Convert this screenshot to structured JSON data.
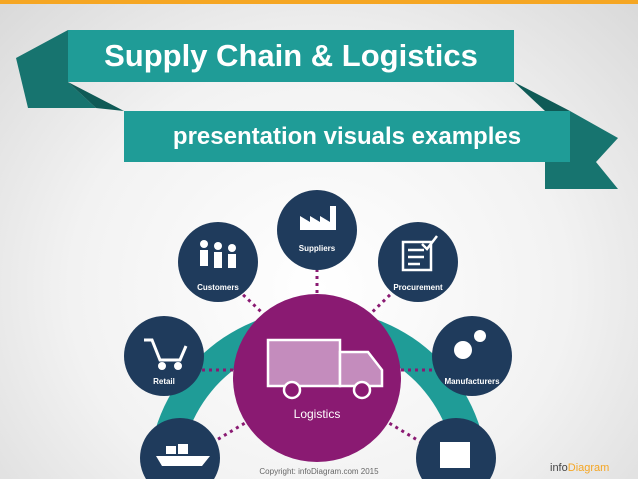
{
  "title": "Supply Chain & Logistics",
  "subtitle": "presentation visuals examples",
  "center": {
    "label": "Logistics",
    "icon": "truck-icon"
  },
  "nodes": [
    {
      "label": "",
      "icon": "cargo-ship-icon"
    },
    {
      "label": "Retail",
      "icon": "shopping-cart-icon"
    },
    {
      "label": "Customers",
      "icon": "people-icon"
    },
    {
      "label": "Suppliers",
      "icon": "factory-icon"
    },
    {
      "label": "Procurement",
      "icon": "checklist-icon"
    },
    {
      "label": "Manufacturers",
      "icon": "gears-icon"
    },
    {
      "label": "",
      "icon": "package-icon"
    }
  ],
  "footer": {
    "copyright": "Copyright: infoDiagram.com 2015"
  },
  "logo": {
    "part1": "info",
    "part2": "Diagram"
  },
  "colors": {
    "teal": "#1f9c97",
    "dark_teal": "#17746f",
    "navy": "#1f3b5c",
    "purple": "#8a1a72",
    "orange": "#f5a623"
  }
}
